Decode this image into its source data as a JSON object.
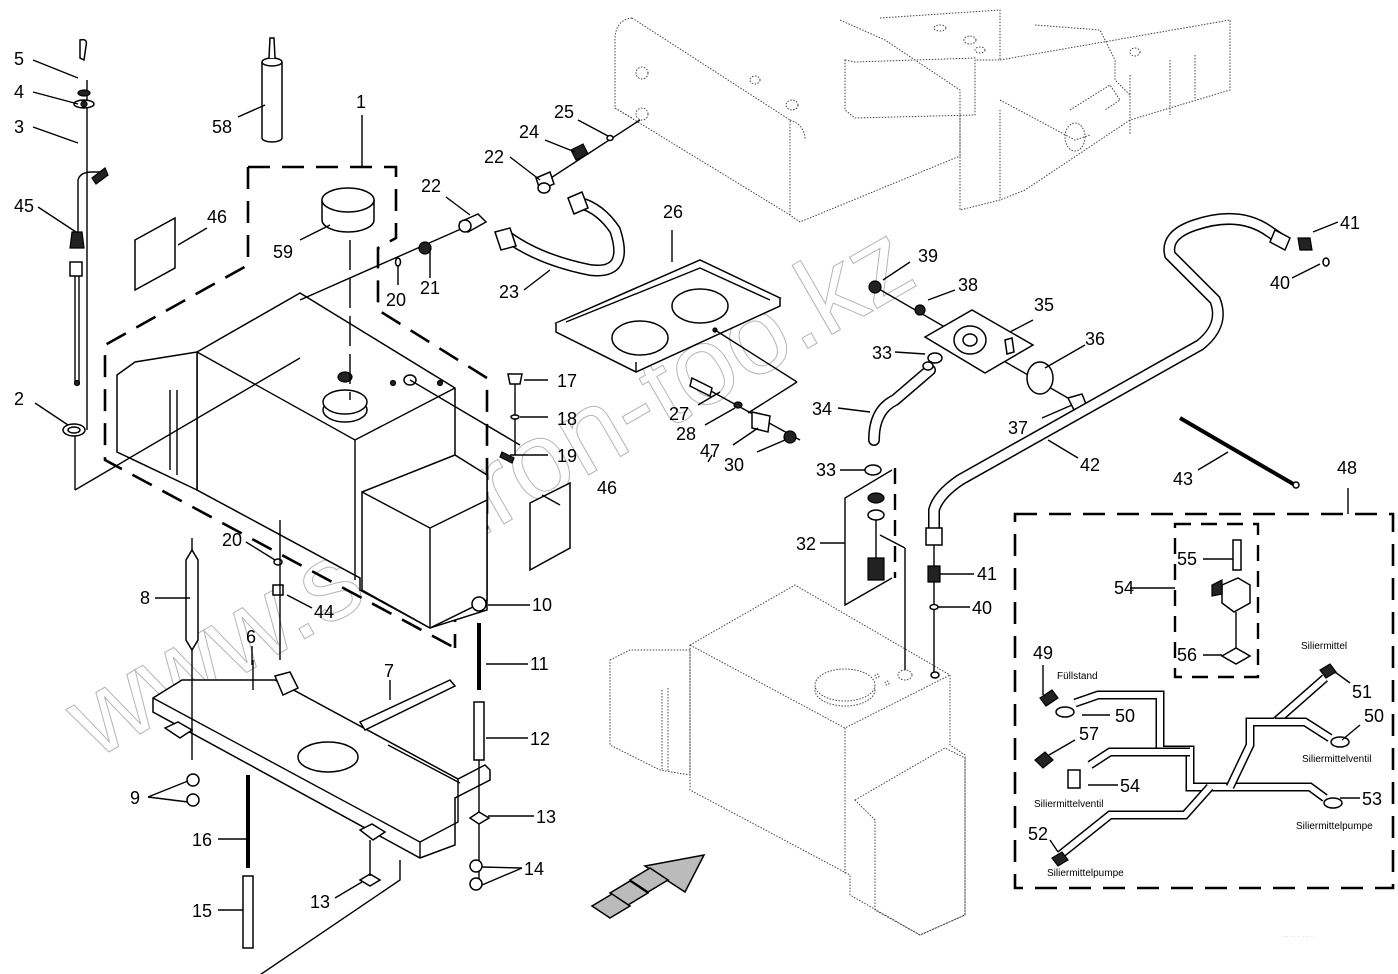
{
  "diagram": {
    "title": "Siliermittel-Behälter Explosionszeichnung",
    "watermark": "www.sinhron-too.kz",
    "footer_code": "... .. . ... .",
    "direction_arrow": "travel-direction-arrow",
    "callouts": [
      {
        "id": "c1",
        "text": "1"
      },
      {
        "id": "c2",
        "text": "2"
      },
      {
        "id": "c3",
        "text": "3"
      },
      {
        "id": "c4",
        "text": "4"
      },
      {
        "id": "c5",
        "text": "5"
      },
      {
        "id": "c6",
        "text": "6"
      },
      {
        "id": "c7",
        "text": "7"
      },
      {
        "id": "c8",
        "text": "8"
      },
      {
        "id": "c9",
        "text": "9"
      },
      {
        "id": "c10",
        "text": "10"
      },
      {
        "id": "c11",
        "text": "11"
      },
      {
        "id": "c12",
        "text": "12"
      },
      {
        "id": "c13a",
        "text": "13"
      },
      {
        "id": "c13b",
        "text": "13"
      },
      {
        "id": "c14",
        "text": "14"
      },
      {
        "id": "c15",
        "text": "15"
      },
      {
        "id": "c16",
        "text": "16"
      },
      {
        "id": "c17",
        "text": "17"
      },
      {
        "id": "c18",
        "text": "18"
      },
      {
        "id": "c19",
        "text": "19"
      },
      {
        "id": "c20a",
        "text": "20"
      },
      {
        "id": "c20b",
        "text": "20"
      },
      {
        "id": "c21",
        "text": "21"
      },
      {
        "id": "c22a",
        "text": "22"
      },
      {
        "id": "c22b",
        "text": "22"
      },
      {
        "id": "c23",
        "text": "23"
      },
      {
        "id": "c24",
        "text": "24"
      },
      {
        "id": "c25",
        "text": "25"
      },
      {
        "id": "c26",
        "text": "26"
      },
      {
        "id": "c27",
        "text": "27"
      },
      {
        "id": "c28",
        "text": "28"
      },
      {
        "id": "c30",
        "text": "30"
      },
      {
        "id": "c32",
        "text": "32"
      },
      {
        "id": "c33a",
        "text": "33"
      },
      {
        "id": "c33b",
        "text": "33"
      },
      {
        "id": "c34",
        "text": "34"
      },
      {
        "id": "c35",
        "text": "35"
      },
      {
        "id": "c36",
        "text": "36"
      },
      {
        "id": "c37",
        "text": "37"
      },
      {
        "id": "c38",
        "text": "38"
      },
      {
        "id": "c39",
        "text": "39"
      },
      {
        "id": "c40a",
        "text": "40"
      },
      {
        "id": "c40b",
        "text": "40"
      },
      {
        "id": "c41a",
        "text": "41"
      },
      {
        "id": "c41b",
        "text": "41"
      },
      {
        "id": "c42",
        "text": "42"
      },
      {
        "id": "c43",
        "text": "43"
      },
      {
        "id": "c44",
        "text": "44"
      },
      {
        "id": "c45",
        "text": "45"
      },
      {
        "id": "c46a",
        "text": "46"
      },
      {
        "id": "c46b",
        "text": "46"
      },
      {
        "id": "c47",
        "text": "47"
      },
      {
        "id": "c48",
        "text": "48"
      },
      {
        "id": "c49",
        "text": "49"
      },
      {
        "id": "c50a",
        "text": "50"
      },
      {
        "id": "c50b",
        "text": "50"
      },
      {
        "id": "c51",
        "text": "51"
      },
      {
        "id": "c52",
        "text": "52"
      },
      {
        "id": "c53",
        "text": "53"
      },
      {
        "id": "c54a",
        "text": "54"
      },
      {
        "id": "c54b",
        "text": "54"
      },
      {
        "id": "c55",
        "text": "55"
      },
      {
        "id": "c56",
        "text": "56"
      },
      {
        "id": "c57",
        "text": "57"
      },
      {
        "id": "c58",
        "text": "58"
      },
      {
        "id": "c59",
        "text": "59"
      }
    ],
    "harness_labels": {
      "fuellstand": "Füllstand",
      "siliermittel": "Siliermittel",
      "siliermittelventil_left": "Siliermittelventil",
      "siliermittelventil_right": "Siliermittelventil",
      "siliermittelpumpe_left": "Siliermittelpumpe",
      "siliermittelpumpe_right": "Siliermittelpumpe"
    }
  }
}
